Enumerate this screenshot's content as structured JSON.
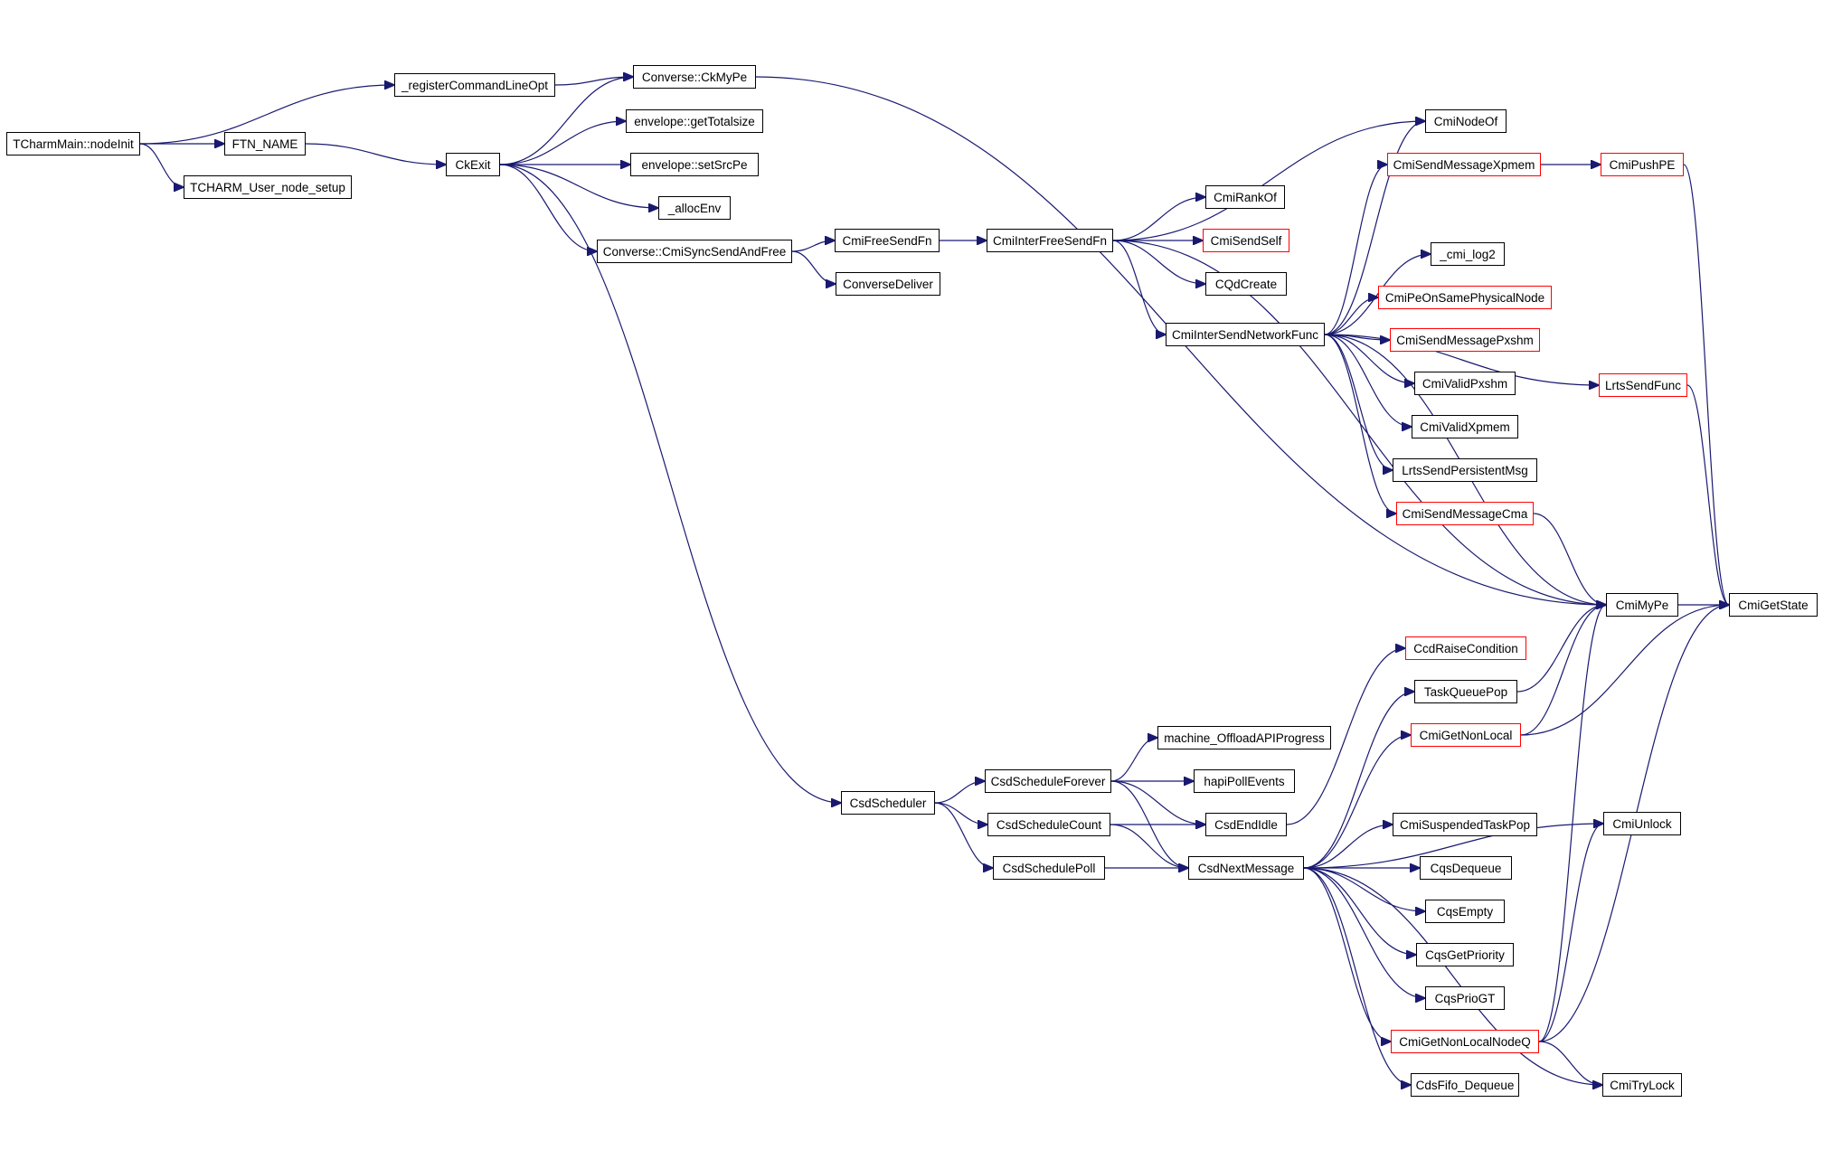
{
  "colors": {
    "edge": "#191970",
    "root_fill": "#bfbfbf",
    "border": "#000000",
    "truncated_border": "#ff0000"
  },
  "nodes": {
    "n1": {
      "label": "TCharmMain::nodeInit",
      "root": true
    },
    "n2": {
      "label": "_registerCommandLineOpt"
    },
    "n3": {
      "label": "FTN_NAME"
    },
    "n4": {
      "label": "TCHARM_User_node_setup"
    },
    "n5": {
      "label": "CkExit"
    },
    "n6": {
      "label": "Converse::CkMyPe"
    },
    "n7": {
      "label": "envelope::getTotalsize"
    },
    "n8": {
      "label": "envelope::setSrcPe"
    },
    "n9": {
      "label": "_allocEnv"
    },
    "n10": {
      "label": "Converse::CmiSyncSendAndFree"
    },
    "n11": {
      "label": "CmiFreeSendFn"
    },
    "n12": {
      "label": "ConverseDeliver"
    },
    "n13": {
      "label": "CmiInterFreeSendFn"
    },
    "n14": {
      "label": "CmiNodeOf"
    },
    "n15": {
      "label": "CmiRankOf"
    },
    "n16": {
      "label": "CmiSendSelf",
      "truncated": true
    },
    "n17": {
      "label": "CQdCreate"
    },
    "n18": {
      "label": "CmiInterSendNetworkFunc"
    },
    "n19": {
      "label": "CmiSendMessageXpmem",
      "truncated": true
    },
    "n20": {
      "label": "CmiPushPE",
      "truncated": true
    },
    "n21": {
      "label": "_cmi_log2"
    },
    "n22": {
      "label": "CmiPeOnSamePhysicalNode",
      "truncated": true
    },
    "n23": {
      "label": "CmiSendMessagePxshm",
      "truncated": true
    },
    "n24": {
      "label": "CmiValidPxshm"
    },
    "n25": {
      "label": "LrtsSendFunc",
      "truncated": true
    },
    "n26": {
      "label": "CmiValidXpmem"
    },
    "n27": {
      "label": "LrtsSendPersistentMsg"
    },
    "n28": {
      "label": "CmiSendMessageCma",
      "truncated": true
    },
    "n29": {
      "label": "CmiMyPe"
    },
    "n30": {
      "label": "CmiGetState"
    },
    "n31": {
      "label": "CcdRaiseCondition",
      "truncated": true
    },
    "n32": {
      "label": "TaskQueuePop"
    },
    "n33": {
      "label": "CmiGetNonLocal",
      "truncated": true
    },
    "n34": {
      "label": "machine_OffloadAPIProgress"
    },
    "n35": {
      "label": "CsdScheduleForever"
    },
    "n36": {
      "label": "hapiPollEvents"
    },
    "n37": {
      "label": "CsdScheduler"
    },
    "n38": {
      "label": "CsdScheduleCount"
    },
    "n39": {
      "label": "CsdEndIdle"
    },
    "n40": {
      "label": "CmiUnlock"
    },
    "n41": {
      "label": "CmiSuspendedTaskPop"
    },
    "n42": {
      "label": "CsdSchedulePoll"
    },
    "n43": {
      "label": "CsdNextMessage"
    },
    "n44": {
      "label": "CqsDequeue"
    },
    "n45": {
      "label": "CqsEmpty"
    },
    "n46": {
      "label": "CqsGetPriority"
    },
    "n47": {
      "label": "CqsPrioGT"
    },
    "n48": {
      "label": "CmiGetNonLocalNodeQ",
      "truncated": true
    },
    "n49": {
      "label": "CdsFifo_Dequeue"
    },
    "n50": {
      "label": "CmiTryLock"
    }
  },
  "edges": [
    [
      "n1",
      "n2"
    ],
    [
      "n1",
      "n3"
    ],
    [
      "n1",
      "n4"
    ],
    [
      "n2",
      "n6"
    ],
    [
      "n3",
      "n5"
    ],
    [
      "n5",
      "n6"
    ],
    [
      "n5",
      "n7"
    ],
    [
      "n5",
      "n8"
    ],
    [
      "n5",
      "n9"
    ],
    [
      "n5",
      "n10"
    ],
    [
      "n5",
      "n37"
    ],
    [
      "n6",
      "n29"
    ],
    [
      "n10",
      "n11"
    ],
    [
      "n10",
      "n12"
    ],
    [
      "n11",
      "n13"
    ],
    [
      "n13",
      "n14"
    ],
    [
      "n13",
      "n15"
    ],
    [
      "n13",
      "n16"
    ],
    [
      "n13",
      "n17"
    ],
    [
      "n13",
      "n18"
    ],
    [
      "n13",
      "n29"
    ],
    [
      "n18",
      "n14"
    ],
    [
      "n18",
      "n19"
    ],
    [
      "n18",
      "n21"
    ],
    [
      "n18",
      "n22"
    ],
    [
      "n18",
      "n23"
    ],
    [
      "n18",
      "n24"
    ],
    [
      "n18",
      "n26"
    ],
    [
      "n18",
      "n27"
    ],
    [
      "n18",
      "n28"
    ],
    [
      "n18",
      "n25"
    ],
    [
      "n18",
      "n29"
    ],
    [
      "n19",
      "n20"
    ],
    [
      "n20",
      "n30"
    ],
    [
      "n25",
      "n30"
    ],
    [
      "n28",
      "n29"
    ],
    [
      "n29",
      "n30"
    ],
    [
      "n37",
      "n35"
    ],
    [
      "n37",
      "n38"
    ],
    [
      "n37",
      "n42"
    ],
    [
      "n35",
      "n34"
    ],
    [
      "n35",
      "n36"
    ],
    [
      "n35",
      "n39"
    ],
    [
      "n35",
      "n43"
    ],
    [
      "n38",
      "n39"
    ],
    [
      "n38",
      "n43"
    ],
    [
      "n42",
      "n43"
    ],
    [
      "n39",
      "n31"
    ],
    [
      "n43",
      "n32"
    ],
    [
      "n43",
      "n33"
    ],
    [
      "n43",
      "n41"
    ],
    [
      "n43",
      "n44"
    ],
    [
      "n43",
      "n45"
    ],
    [
      "n43",
      "n46"
    ],
    [
      "n43",
      "n47"
    ],
    [
      "n43",
      "n48"
    ],
    [
      "n43",
      "n49"
    ],
    [
      "n43",
      "n50"
    ],
    [
      "n43",
      "n40"
    ],
    [
      "n32",
      "n29"
    ],
    [
      "n33",
      "n29"
    ],
    [
      "n33",
      "n30"
    ],
    [
      "n48",
      "n29"
    ],
    [
      "n48",
      "n40"
    ],
    [
      "n48",
      "n50"
    ],
    [
      "n48",
      "n30"
    ]
  ]
}
